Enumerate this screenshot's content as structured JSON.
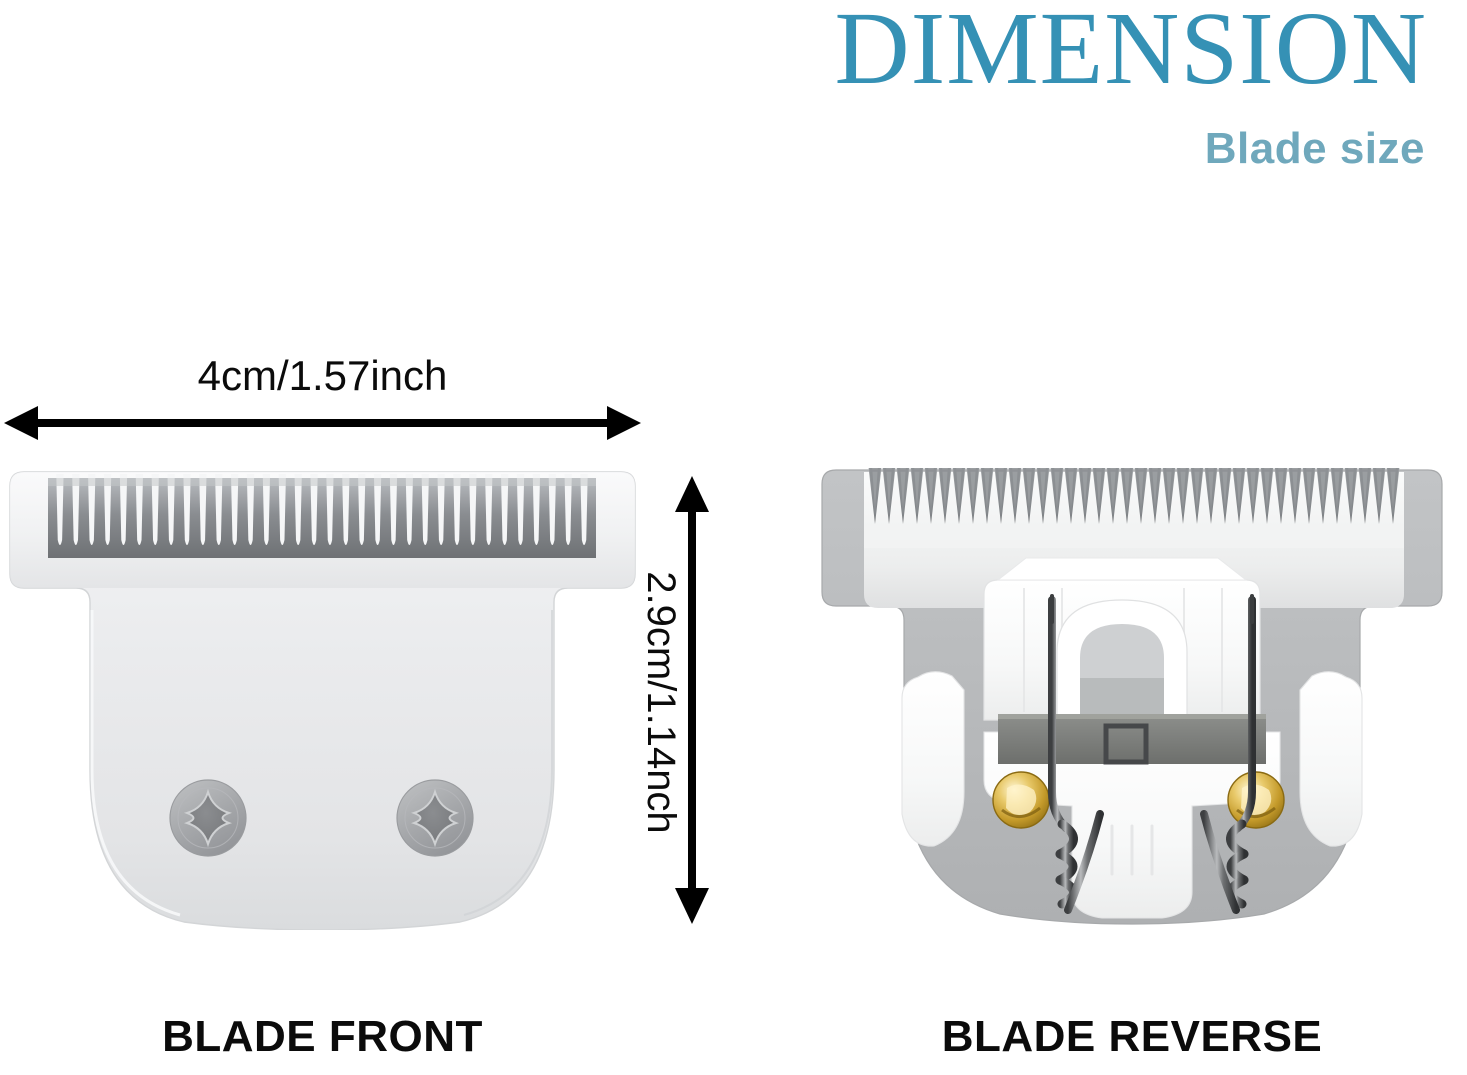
{
  "header": {
    "title": "DIMENSION",
    "subtitle": "Blade size",
    "title_color": "#3591b5",
    "subtitle_color": "#6fa8bc"
  },
  "dimensions": {
    "width_label": "4cm/1.57inch",
    "height_label": "2.9cm/1.14nch",
    "arrow_color": "#000000"
  },
  "figures": {
    "front": {
      "caption": "BLADE FRONT",
      "description": "clipper-t-blade-front-view",
      "body_color": "#e9eaec",
      "tooth_color": "#8d9094",
      "screw_color": "#a7a9ac",
      "screw_count": 2,
      "tooth_count": 34
    },
    "reverse": {
      "caption": "BLADE REVERSE",
      "description": "clipper-t-blade-reverse-view",
      "housing_color": "#b9bbbd",
      "plastic_color": "#fdfdfd",
      "spring_color": "#5a5c5e",
      "gold_screw_color": "#c9a227",
      "metal_bar_color": "#76767a",
      "tooth_count": 38,
      "gold_screw_count": 2,
      "spring_count": 2
    }
  },
  "background_color": "#ffffff"
}
